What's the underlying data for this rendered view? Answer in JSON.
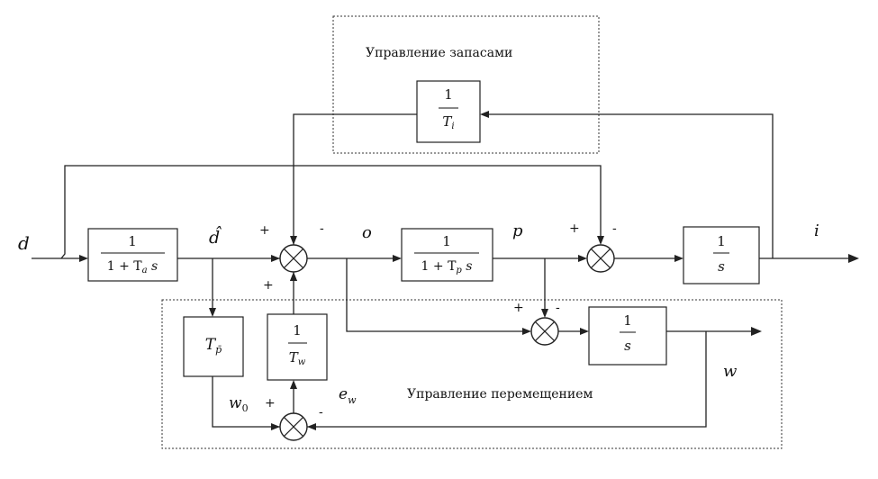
{
  "regions": {
    "inventory": "Управление запасами",
    "transfer": "Управление перемещением"
  },
  "blocks": {
    "ti": {
      "num": "1",
      "den": "T",
      "sub": "i"
    },
    "ta": {
      "num": "1",
      "den": "1 + T",
      "sub": "a",
      "tail": " s"
    },
    "tp": {
      "num": "1",
      "den": "1 + T",
      "sub": "p",
      "tail": " s"
    },
    "int_i": {
      "num": "1",
      "den": "s"
    },
    "int_w": {
      "num": "1",
      "den": "s"
    },
    "tpbar": {
      "main": "T",
      "sub": "p̄"
    },
    "tw": {
      "num": "1",
      "den": "T",
      "sub": "w"
    }
  },
  "signals": {
    "d": "d",
    "dhat": "d̂",
    "o": "o",
    "p": "p",
    "i": "i",
    "w": "w",
    "w0": {
      "main": "w",
      "sub": "0"
    },
    "ew": {
      "main": "e",
      "sub": "w"
    }
  },
  "signs": {
    "s1_left": "+",
    "s1_right": "-",
    "s1_bottom": "+",
    "s2_left": "+",
    "s2_right": "-",
    "s3_left": "+",
    "s3_right": "-",
    "s4_left": "+",
    "s4_right": "-"
  }
}
